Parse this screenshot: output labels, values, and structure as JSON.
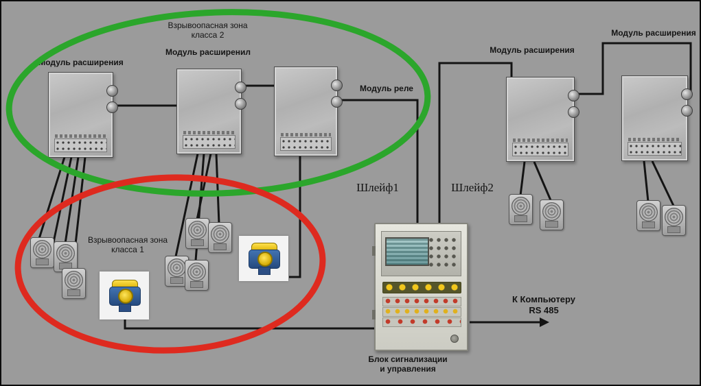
{
  "colors": {
    "background": "#9b9b9b",
    "zone2_stroke": "#2ba62b",
    "zone1_stroke": "#de2a1f",
    "wire": "#141414"
  },
  "labels": {
    "zone2": "Взрывоопасная зона\nкласса 2",
    "zone1": "Взрывоопасная зона\nкласса 1",
    "module1": "Модуль расширения",
    "module2": "Модуль расширенил",
    "module3": "Модуль реле",
    "module4": "Модуль расширения",
    "module5": "Модуль расширения",
    "loop1": "Шлейф1",
    "loop2": "Шлейф2",
    "computer": "К Компьютеру\nRS 485",
    "control_unit": "Блок сигнализации\nи управления"
  }
}
